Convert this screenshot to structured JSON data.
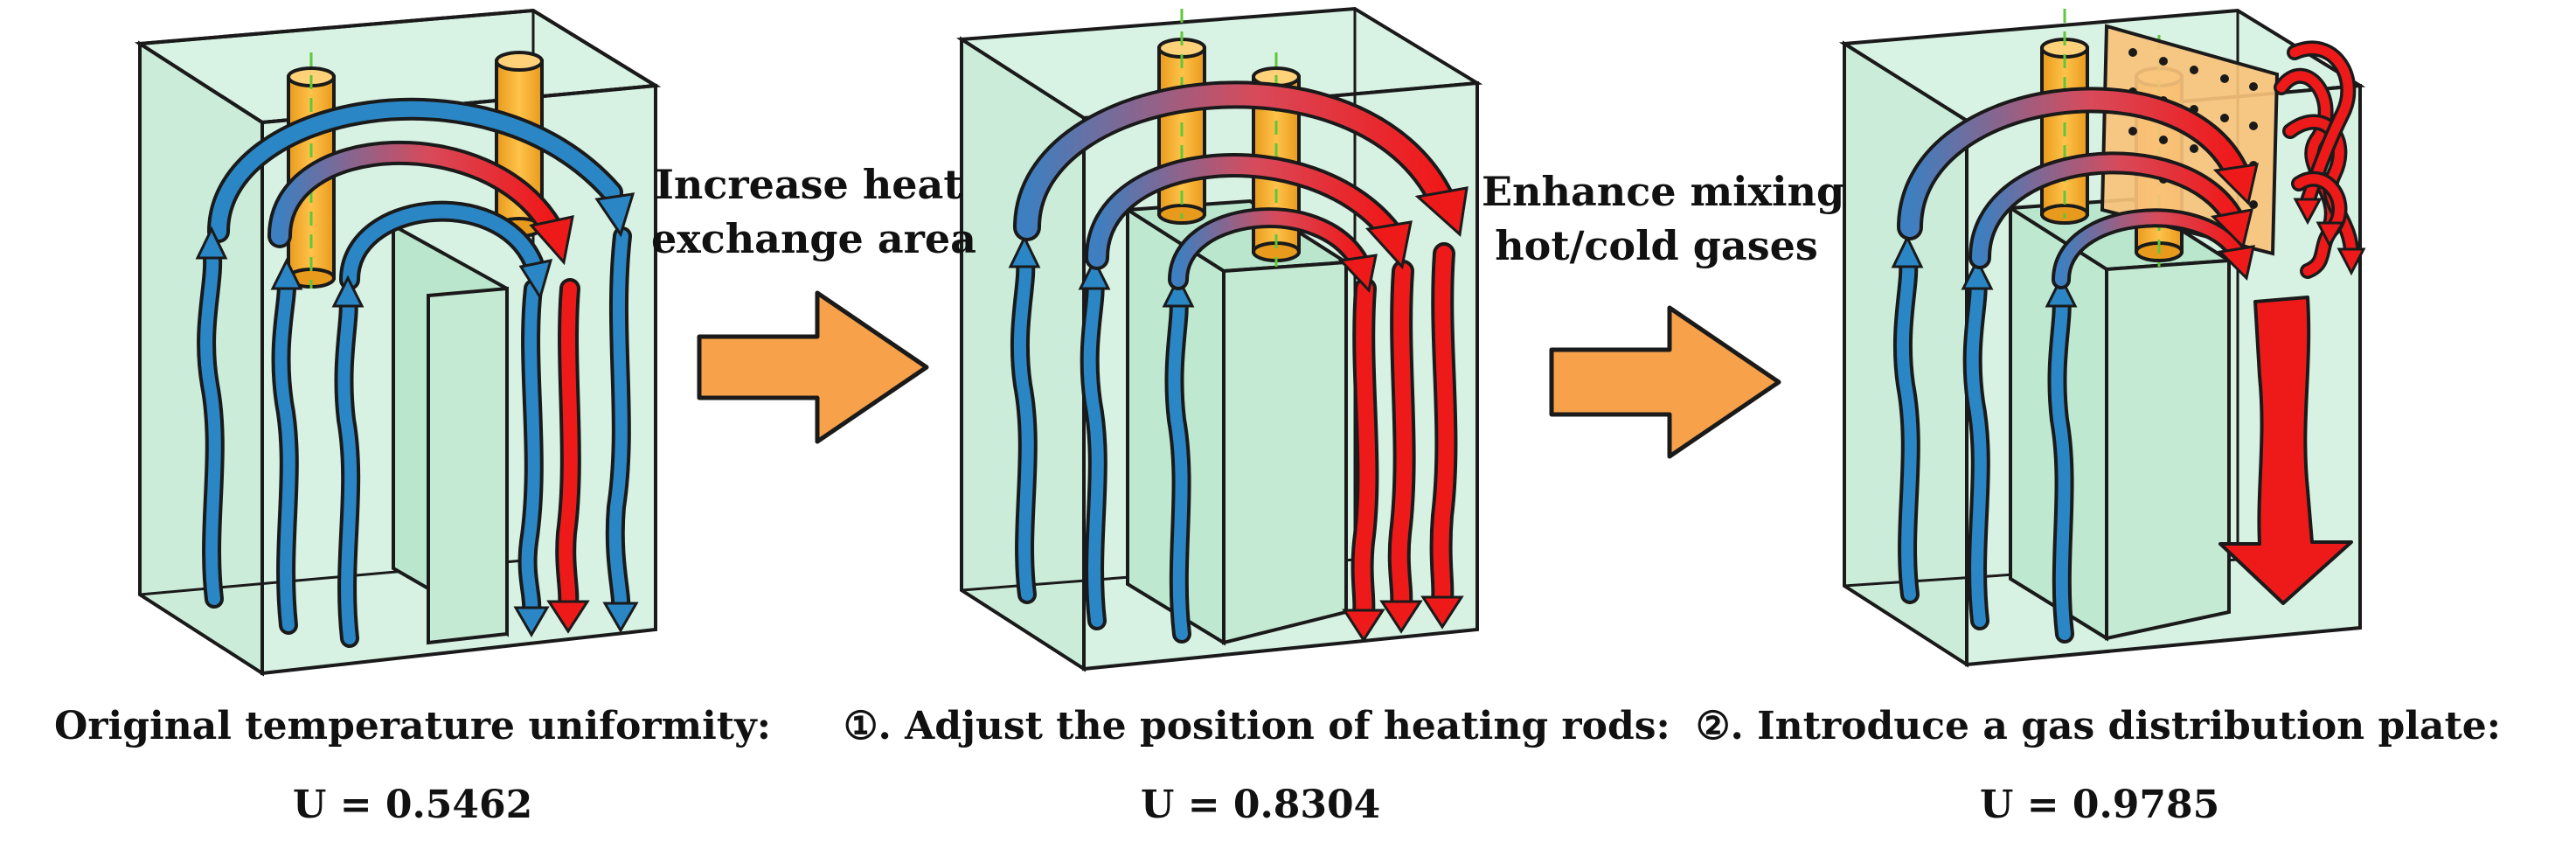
{
  "colors": {
    "box_fill": "#cfeedd",
    "box_stroke": "#1a1a1a",
    "cold_flow": "#2a86c4",
    "hot_flow": "#ee1a1a",
    "heating_rod": "#f6b12d",
    "process_arrow": "#f7a24a",
    "distribution_plate": "#f9c27b",
    "rod_axis": "#5fc73a"
  },
  "icons": [
    "process-arrow-icon",
    "heating-rod-icon",
    "gas-distribution-plate-icon"
  ],
  "transitions": [
    {
      "label_line1": "Increase heat",
      "label_line2": "exchange area"
    },
    {
      "label_line1": "Enhance mixing",
      "label_line2": "hot/cold gases"
    }
  ],
  "stages": [
    {
      "caption": "Original temperature uniformity:",
      "u_value": "U = 0.5462"
    },
    {
      "caption": "①. Adjust the position of heating rods:",
      "u_value": "U = 0.8304"
    },
    {
      "caption": "②. Introduce a gas distribution plate:",
      "u_value": "U = 0.9785"
    }
  ]
}
